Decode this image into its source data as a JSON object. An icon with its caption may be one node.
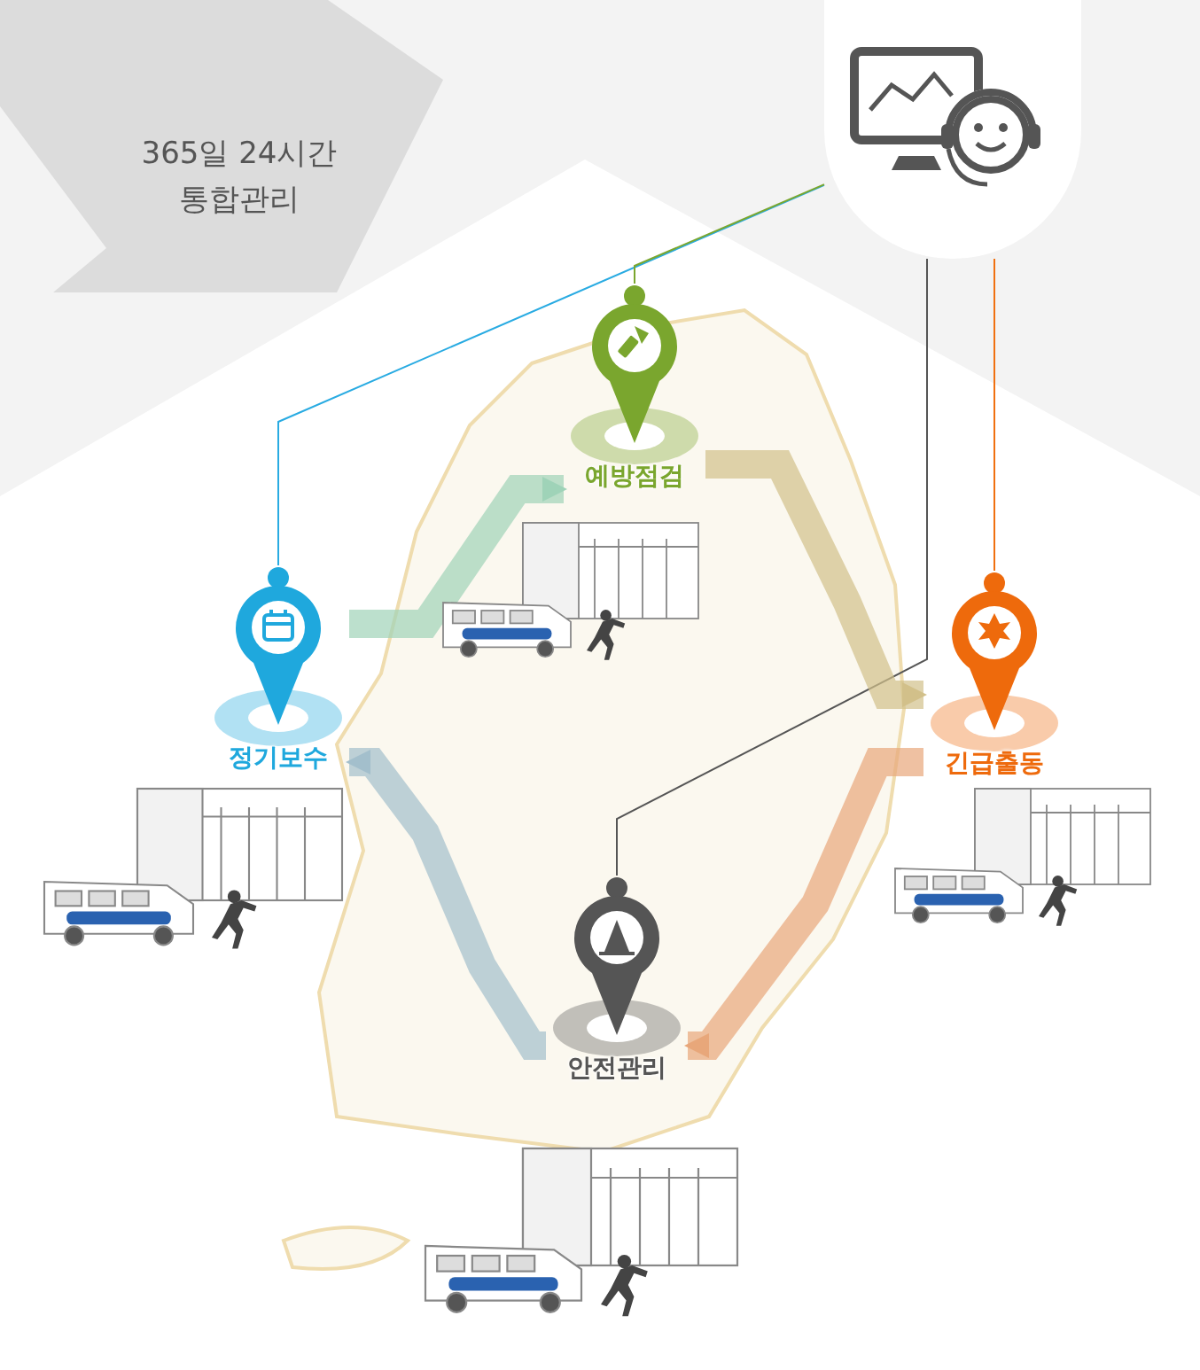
{
  "diagram": {
    "nodes": [
      {
        "text": [
          "365일 24시간 통합관리"
        ]
      },
      {
        "text": [],
        "shape": "picture"
      },
      {
        "text": [
          "예방점검"
        ]
      },
      {
        "text": [
          "정기보수"
        ]
      },
      {
        "text": [
          "긴급출동"
        ]
      },
      {
        "text": [
          "안전관리"
        ]
      }
    ],
    "edges": [
      {
        "from": 1,
        "to": 3,
        "arrow": "none",
        "color": "#29abe2"
      },
      {
        "from": 1,
        "to": 2,
        "arrow": "none",
        "color": "#7aa62e"
      },
      {
        "from": 1,
        "to": 5,
        "arrow": "none",
        "color": "#555555"
      },
      {
        "from": 1,
        "to": 4,
        "arrow": "none",
        "color": "#f07010"
      },
      {
        "from": 3,
        "to": 2,
        "arrow": "to",
        "style": "thick",
        "color": "#9fd3b8"
      },
      {
        "from": 2,
        "to": 4,
        "arrow": "to",
        "style": "thick",
        "color": "#d2c08a"
      },
      {
        "from": 4,
        "to": 5,
        "arrow": "to",
        "style": "thick",
        "color": "#e8a77a"
      },
      {
        "from": 5,
        "to": 3,
        "arrow": "to",
        "style": "thick",
        "color": "#a3bfcc"
      }
    ]
  }
}
